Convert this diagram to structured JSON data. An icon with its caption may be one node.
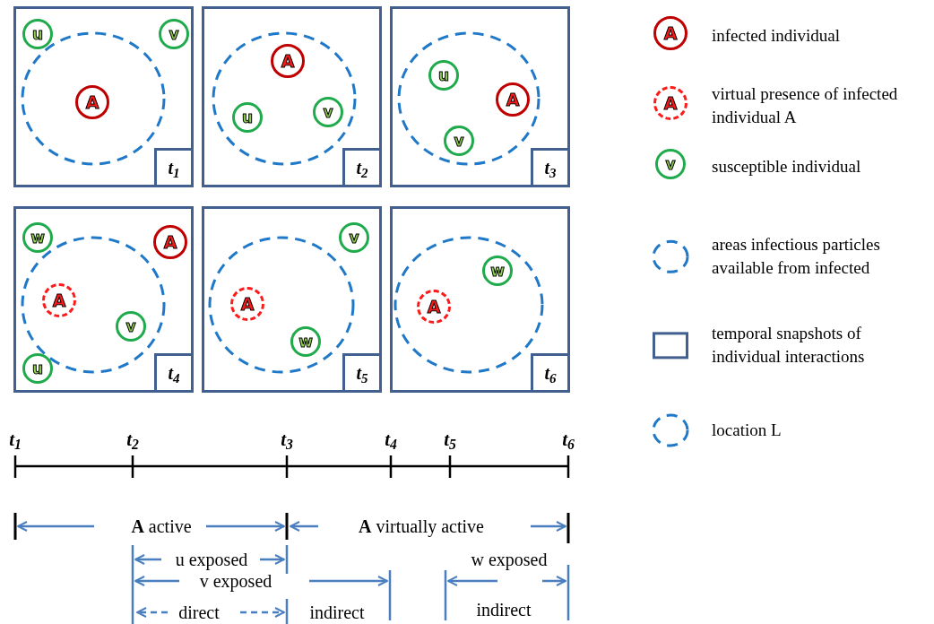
{
  "diagram": {
    "nodes": [
      {
        "text": [],
        "shape": "box"
      },
      {
        "text": [
          "u"
        ],
        "in": 0
      },
      {
        "text": [
          "v"
        ],
        "in": 0
      },
      {
        "text": [
          "A"
        ],
        "in": 0
      },
      {
        "text": [
          "t$_{1}$"
        ],
        "in": 0
      },
      {
        "text": [],
        "shape": "box"
      },
      {
        "text": [
          "A"
        ],
        "in": 5
      },
      {
        "text": [
          "u"
        ],
        "in": 5
      },
      {
        "text": [
          "v"
        ],
        "in": 5
      },
      {
        "text": [
          "t$_{2}$"
        ],
        "in": 5
      },
      {
        "text": [],
        "shape": "box"
      },
      {
        "text": [
          "u"
        ],
        "in": 10
      },
      {
        "text": [
          "A"
        ],
        "in": 10
      },
      {
        "text": [
          "v"
        ],
        "in": 10
      },
      {
        "text": [
          "t$_{3}$"
        ],
        "in": 10
      },
      {
        "text": [],
        "shape": "box"
      },
      {
        "text": [
          "w"
        ],
        "in": 15
      },
      {
        "text": [
          "A"
        ],
        "in": 15
      },
      {
        "text": [
          "A"
        ],
        "in": 15
      },
      {
        "text": [
          "v"
        ],
        "in": 15
      },
      {
        "text": [
          "u"
        ],
        "in": 15
      },
      {
        "text": [
          "t$_{4}$"
        ],
        "in": 15
      },
      {
        "text": [],
        "shape": "box"
      },
      {
        "text": [
          "v"
        ],
        "in": 22
      },
      {
        "text": [
          "A"
        ],
        "in": 22
      },
      {
        "text": [
          "w"
        ],
        "in": 22
      },
      {
        "text": [
          "t$_{5}$"
        ],
        "in": 22
      },
      {
        "text": [],
        "shape": "box"
      },
      {
        "text": [
          "w"
        ],
        "in": 27
      },
      {
        "text": [
          "A"
        ],
        "in": 27
      },
      {
        "text": [
          "t$_{6}$"
        ],
        "in": 27
      },
      {
        "text": [
          "A"
        ]
      },
      {
        "text": [
          "A"
        ]
      },
      {
        "text": [
          "v"
        ]
      }
    ],
    "labels": [
      "t$_{1}$",
      "t$_{2}$",
      "t$_{3}$",
      "t$_{4}$",
      "t$_{5}$",
      "t$_{6}$",
      "**A** active",
      "**A** virtually active",
      "u exposed",
      "w exposed",
      "v exposed",
      "direct",
      "indirect",
      "indirect"
    ],
    "legend": [
      {
        "text": "infected individual"
      },
      {
        "text": "virtual presence of infected individual A"
      },
      {
        "text": "susceptible individual"
      },
      {
        "text": "areas infectious particles available from infected"
      },
      {
        "text": "temporal snapshots of individual interactions"
      },
      {
        "text": "location L"
      }
    ]
  }
}
